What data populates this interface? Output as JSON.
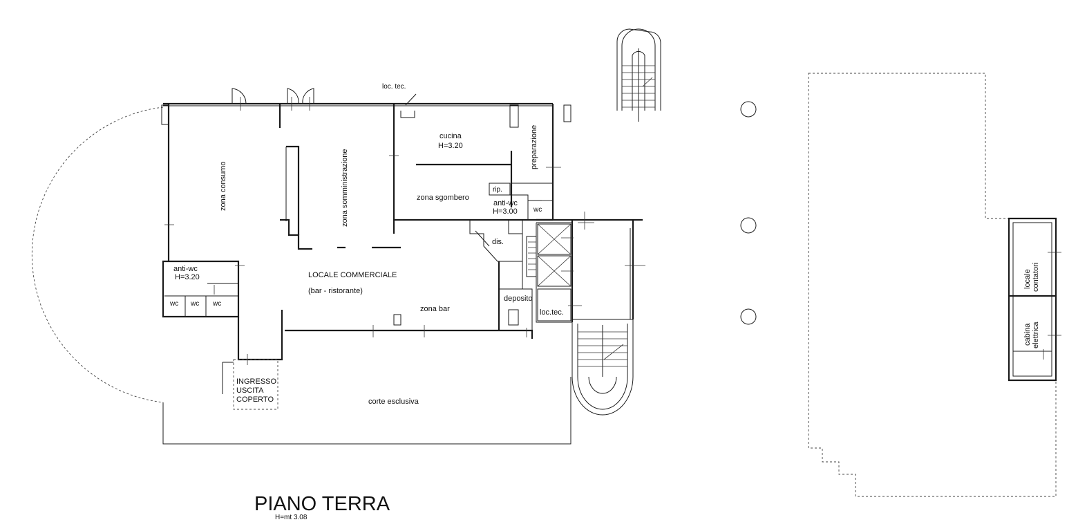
{
  "title": "PIANO TERRA",
  "subtitle": "H=mt 3.08",
  "labels": {
    "loc_tec_top": "loc. tec.",
    "zona_consumo": "zona consumo",
    "zona_somministrazione": "zona somministrazione",
    "cucina": "cucina",
    "cucina_h": "H=3.20",
    "preparazione": "preparazione",
    "rip": "rip.",
    "zona_sgombero": "zona sgombero",
    "anti_wc_right": "anti-wc",
    "anti_wc_right_h": "H=3.00",
    "wc_right": "wc",
    "dis": "dis.",
    "anti_wc_left": "anti-wc",
    "anti_wc_left_h": "H=3.20",
    "wc_1": "wc",
    "wc_2": "wc",
    "wc_3": "wc",
    "locale_commerciale": "LOCALE COMMERCIALE",
    "bar_ristorante": "(bar - ristorante)",
    "zona_bar": "zona bar",
    "deposito": "deposito",
    "loc_tec_right": "loc.tec.",
    "ingresso": "INGRESSO",
    "uscita": "USCITA",
    "coperto": "COPERTO",
    "corte_esclusiva": "corte esclusiva",
    "locale_contatori_1": "locale",
    "locale_contatori_2": "contatori",
    "cabina_elettrica_1": "cabina",
    "cabina_elettrica_2": "elettrica"
  }
}
